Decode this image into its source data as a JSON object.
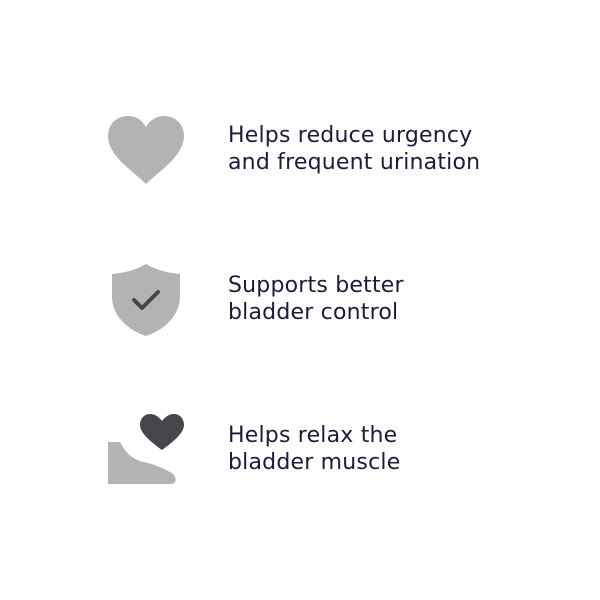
{
  "colors": {
    "text": "#1c1c3a",
    "icon_light": "#b3b3b3",
    "icon_dark": "#45454a",
    "background": "#ffffff"
  },
  "benefits": [
    {
      "icon": "heart-icon",
      "line1": "Helps reduce urgency",
      "line2": "and frequent urination"
    },
    {
      "icon": "shield-check-icon",
      "line1": "Supports better",
      "line2": "bladder control"
    },
    {
      "icon": "hand-heart-icon",
      "line1": "Helps relax the",
      "line2": "bladder muscle"
    }
  ]
}
